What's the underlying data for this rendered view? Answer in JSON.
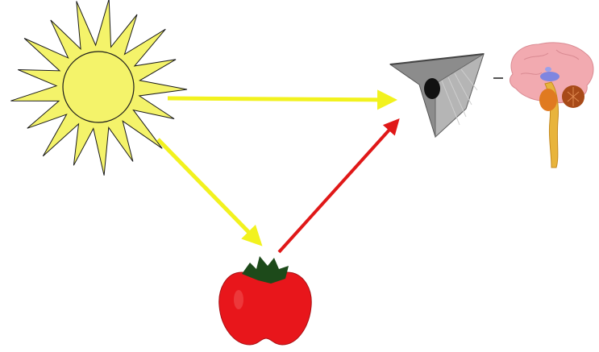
{
  "diagram": {
    "components": [
      {
        "name": "sun-icon",
        "color": "#f4f36a",
        "outline": "#1a1a1a"
      },
      {
        "name": "apple-icon",
        "color": "#e8161b",
        "leaf_color": "#1d4a1a"
      },
      {
        "name": "eye-icon",
        "color": "#8a8a8a",
        "pupil_color": "#111111"
      },
      {
        "name": "brain-icon",
        "color": "#f2aab0",
        "stem_color": "#e8b43c"
      }
    ],
    "arrows": [
      {
        "name": "arrow-sun-to-eye",
        "from": "sun",
        "to": "eye",
        "color": "#f2f21e"
      },
      {
        "name": "arrow-sun-to-apple",
        "from": "sun",
        "to": "apple",
        "color": "#f2f21e"
      },
      {
        "name": "arrow-apple-to-eye",
        "from": "apple",
        "to": "eye",
        "color": "#e01818"
      },
      {
        "name": "connector-eye-to-brain",
        "from": "eye",
        "to": "brain",
        "color": "#555555"
      }
    ]
  }
}
